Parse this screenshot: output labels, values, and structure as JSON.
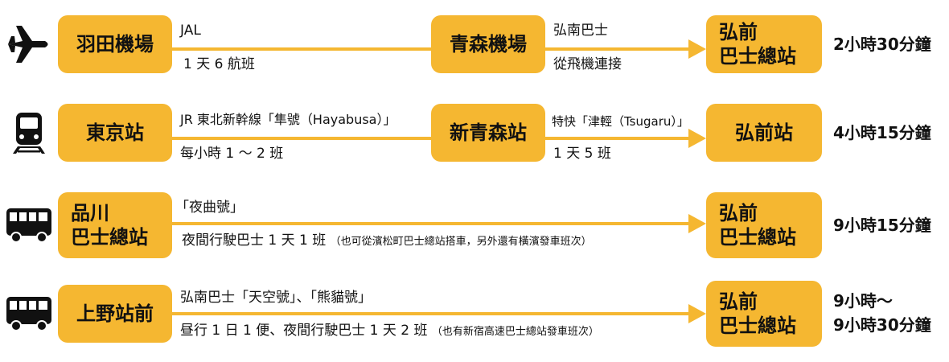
{
  "accent_color": "#F5B731",
  "routes": [
    {
      "icon": "airplane-icon",
      "origin": "羽田機場",
      "seg1_top": "JAL",
      "seg1_bottom": "1 天 6 航班",
      "mid": "青森機場",
      "seg2_top": "弘南巴士",
      "seg2_bottom": "從飛機連接",
      "dest": [
        "弘前",
        "巴士總站"
      ],
      "time": [
        "2小時30分鐘"
      ]
    },
    {
      "icon": "train-icon",
      "origin": "東京站",
      "seg1_top": "JR 東北新幹線「隼號（Hayabusa）」",
      "seg1_bottom": "每小時 1 ～ 2 班",
      "mid": "新青森站",
      "seg2_top": "特快「津輕（Tsugaru）」",
      "seg2_bottom": "1 天 5 班",
      "dest": [
        "弘前站"
      ],
      "time": [
        "4小時15分鐘"
      ]
    },
    {
      "icon": "bus-icon",
      "origin": [
        "品川",
        "巴士總站"
      ],
      "seg_top": "「夜曲號」",
      "seg_bottom": "夜間行駛巴士 1 天 1 班",
      "seg_note": "（也可從濱松町巴士總站搭車，另外還有橫濱發車班次）",
      "dest": [
        "弘前",
        "巴士總站"
      ],
      "time": [
        "9小時15分鐘"
      ]
    },
    {
      "icon": "bus-icon",
      "origin": "上野站前",
      "seg_top": "弘南巴士「天空號」、「熊貓號」",
      "seg_bottom": "昼行 1 日 1 便、夜間行駛巴士 1 天 2 班",
      "seg_note": "（也有新宿高速巴士總站發車班次）",
      "dest": [
        "弘前",
        "巴士總站"
      ],
      "time": [
        "9小時～",
        "9小時30分鐘"
      ]
    }
  ]
}
